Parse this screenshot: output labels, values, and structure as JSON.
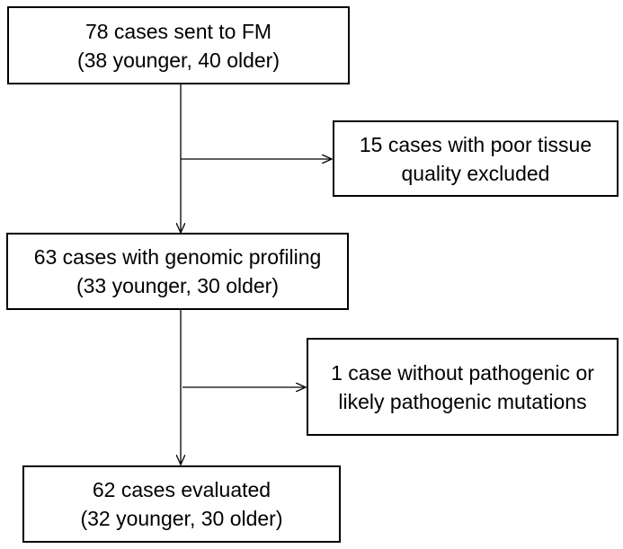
{
  "flowchart": {
    "steps": [
      {
        "line1": "78 cases sent to FM",
        "line2": "(38 younger, 40 older)"
      },
      {
        "line1": "63 cases with genomic profiling",
        "line2": "(33 younger, 30 older)"
      },
      {
        "line1": "62 cases evaluated",
        "line2": "(32 younger, 30 older)"
      }
    ],
    "exclusions": [
      {
        "line1": "15 cases with poor tissue",
        "line2": "quality excluded"
      },
      {
        "line1": "1 case without pathogenic or",
        "line2": "likely pathogenic mutations"
      }
    ]
  },
  "colors": {
    "line": "#000000",
    "box_border": "#000000",
    "background": "#ffffff"
  }
}
